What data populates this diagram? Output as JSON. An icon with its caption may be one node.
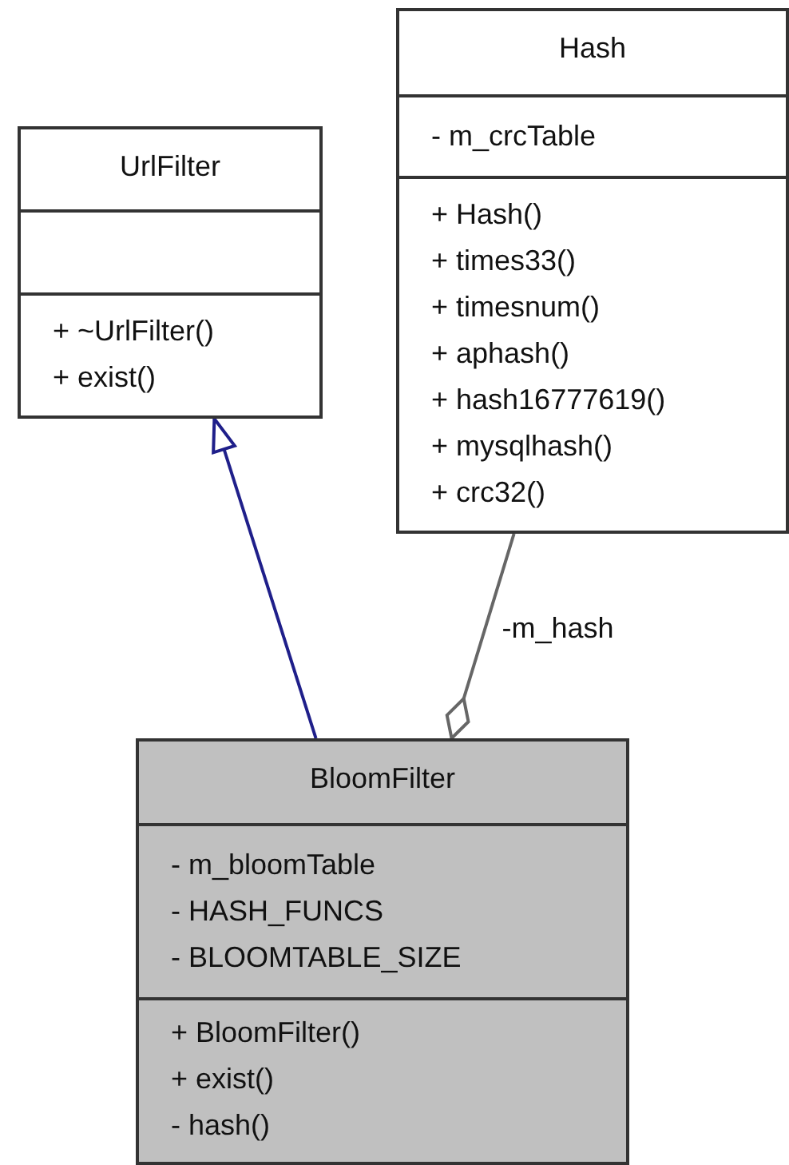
{
  "diagram": {
    "nodes": [
      {
        "text": [
          "UrlFilter"
        ]
      },
      {
        "text": [],
        "shape": "box",
        "in": 0
      },
      {
        "text": [
          "+ ~UrlFilter()",
          "+ exist()"
        ],
        "in": 0
      },
      {
        "text": [
          "Hash"
        ]
      },
      {
        "text": [
          "- m_crcTable"
        ],
        "in": 3
      },
      {
        "text": [
          "+ Hash()",
          "+ times33()",
          "+ timesnum()",
          "+ aphash()",
          "+ hash16777619()",
          "+ mysqlhash()",
          "+ crc32()"
        ],
        "in": 3
      },
      {
        "text": [
          "BloomFilter"
        ]
      },
      {
        "text": [
          "- m_bloomTable",
          "- HASH_FUNCS",
          "- BLOOMTABLE_SIZE"
        ],
        "in": 6
      },
      {
        "text": [
          "+ BloomFilter()",
          "+ exist()",
          "- hash()"
        ],
        "in": 6
      }
    ],
    "edges": [
      {
        "from": 6,
        "to": 0,
        "arrow": "to",
        "color": "#1f1f8a"
      },
      {
        "from": 3,
        "to": 6,
        "arrow": "other",
        "label": "-m_hash",
        "color": "#666666"
      }
    ]
  }
}
